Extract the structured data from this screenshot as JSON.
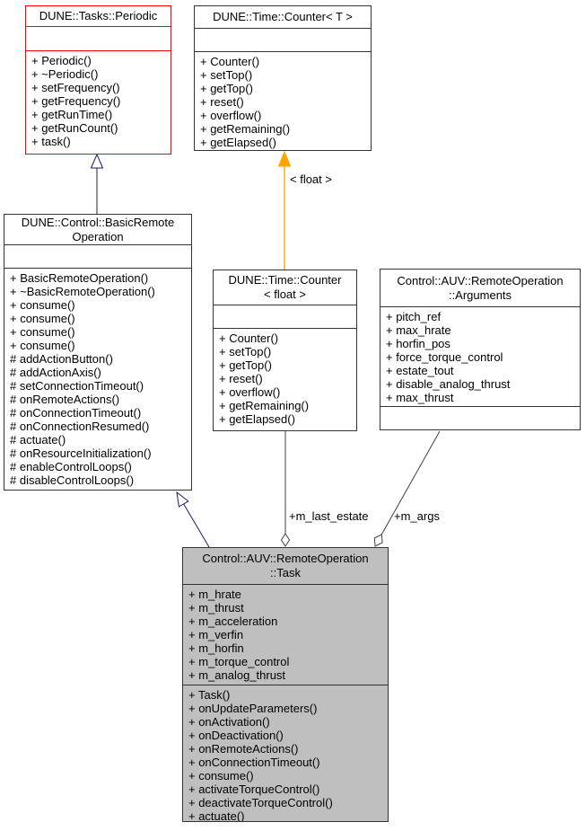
{
  "classes": {
    "periodic": {
      "title": "DUNE::Tasks::Periodic",
      "attributes": [],
      "methods": [
        "+ Periodic()",
        "+ ~Periodic()",
        "+ setFrequency()",
        "+ getFrequency()",
        "+ getRunTime()",
        "+ getRunCount()",
        "+ task()"
      ]
    },
    "counter_t": {
      "title": "DUNE::Time::Counter< T >",
      "attributes": [],
      "methods": [
        "+ Counter()",
        "+ setTop()",
        "+ getTop()",
        "+ reset()",
        "+ overflow()",
        "+ getRemaining()",
        "+ getElapsed()"
      ]
    },
    "basic_remote_operation": {
      "title": "DUNE::Control::BasicRemote\nOperation",
      "attributes": [],
      "methods": [
        "+ BasicRemoteOperation()",
        "+ ~BasicRemoteOperation()",
        "+ consume()",
        "+ consume()",
        "+ consume()",
        "+ consume()",
        "# addActionButton()",
        "# addActionAxis()",
        "# setConnectionTimeout()",
        "# onRemoteActions()",
        "# onConnectionTimeout()",
        "# onConnectionResumed()",
        "# actuate()",
        "# onResourceInitialization()",
        "# enableControlLoops()",
        "# disableControlLoops()"
      ]
    },
    "counter_float": {
      "title": "DUNE::Time::Counter\n< float >",
      "attributes": [],
      "methods": [
        "+ Counter()",
        "+ setTop()",
        "+ getTop()",
        "+ reset()",
        "+ overflow()",
        "+ getRemaining()",
        "+ getElapsed()"
      ]
    },
    "arguments": {
      "title": "Control::AUV::RemoteOperation\n::Arguments",
      "attributes": [
        "+ pitch_ref",
        "+ max_hrate",
        "+ horfin_pos",
        "+ force_torque_control",
        "+ estate_tout",
        "+ disable_analog_thrust",
        "+ max_thrust"
      ],
      "methods": []
    },
    "task": {
      "title": "Control::AUV::RemoteOperation\n::Task",
      "attributes": [
        "+ m_hrate",
        "+ m_thrust",
        "+ m_acceleration",
        "+ m_verfin",
        "+ m_horfin",
        "+ m_torque_control",
        "+ m_analog_thrust"
      ],
      "methods": [
        "+ Task()",
        "+ onUpdateParameters()",
        "+ onActivation()",
        "+ onDeactivation()",
        "+ onRemoteActions()",
        "+ onConnectionTimeout()",
        "+ consume()",
        "+ activateTorqueControl()",
        "+ deactivateTorqueControl()",
        "+ actuate()"
      ]
    }
  },
  "edge_labels": {
    "template_instance": "< float >",
    "m_last_estate": "+m_last_estate",
    "m_args": "+m_args"
  },
  "colors": {
    "inheritance_edge": "#191970",
    "template_edge": "#ffa500",
    "aggregation_edge": "#404040",
    "undocumented_class_border": "#ff0000",
    "current_class_fill": "#bfbfbf"
  }
}
